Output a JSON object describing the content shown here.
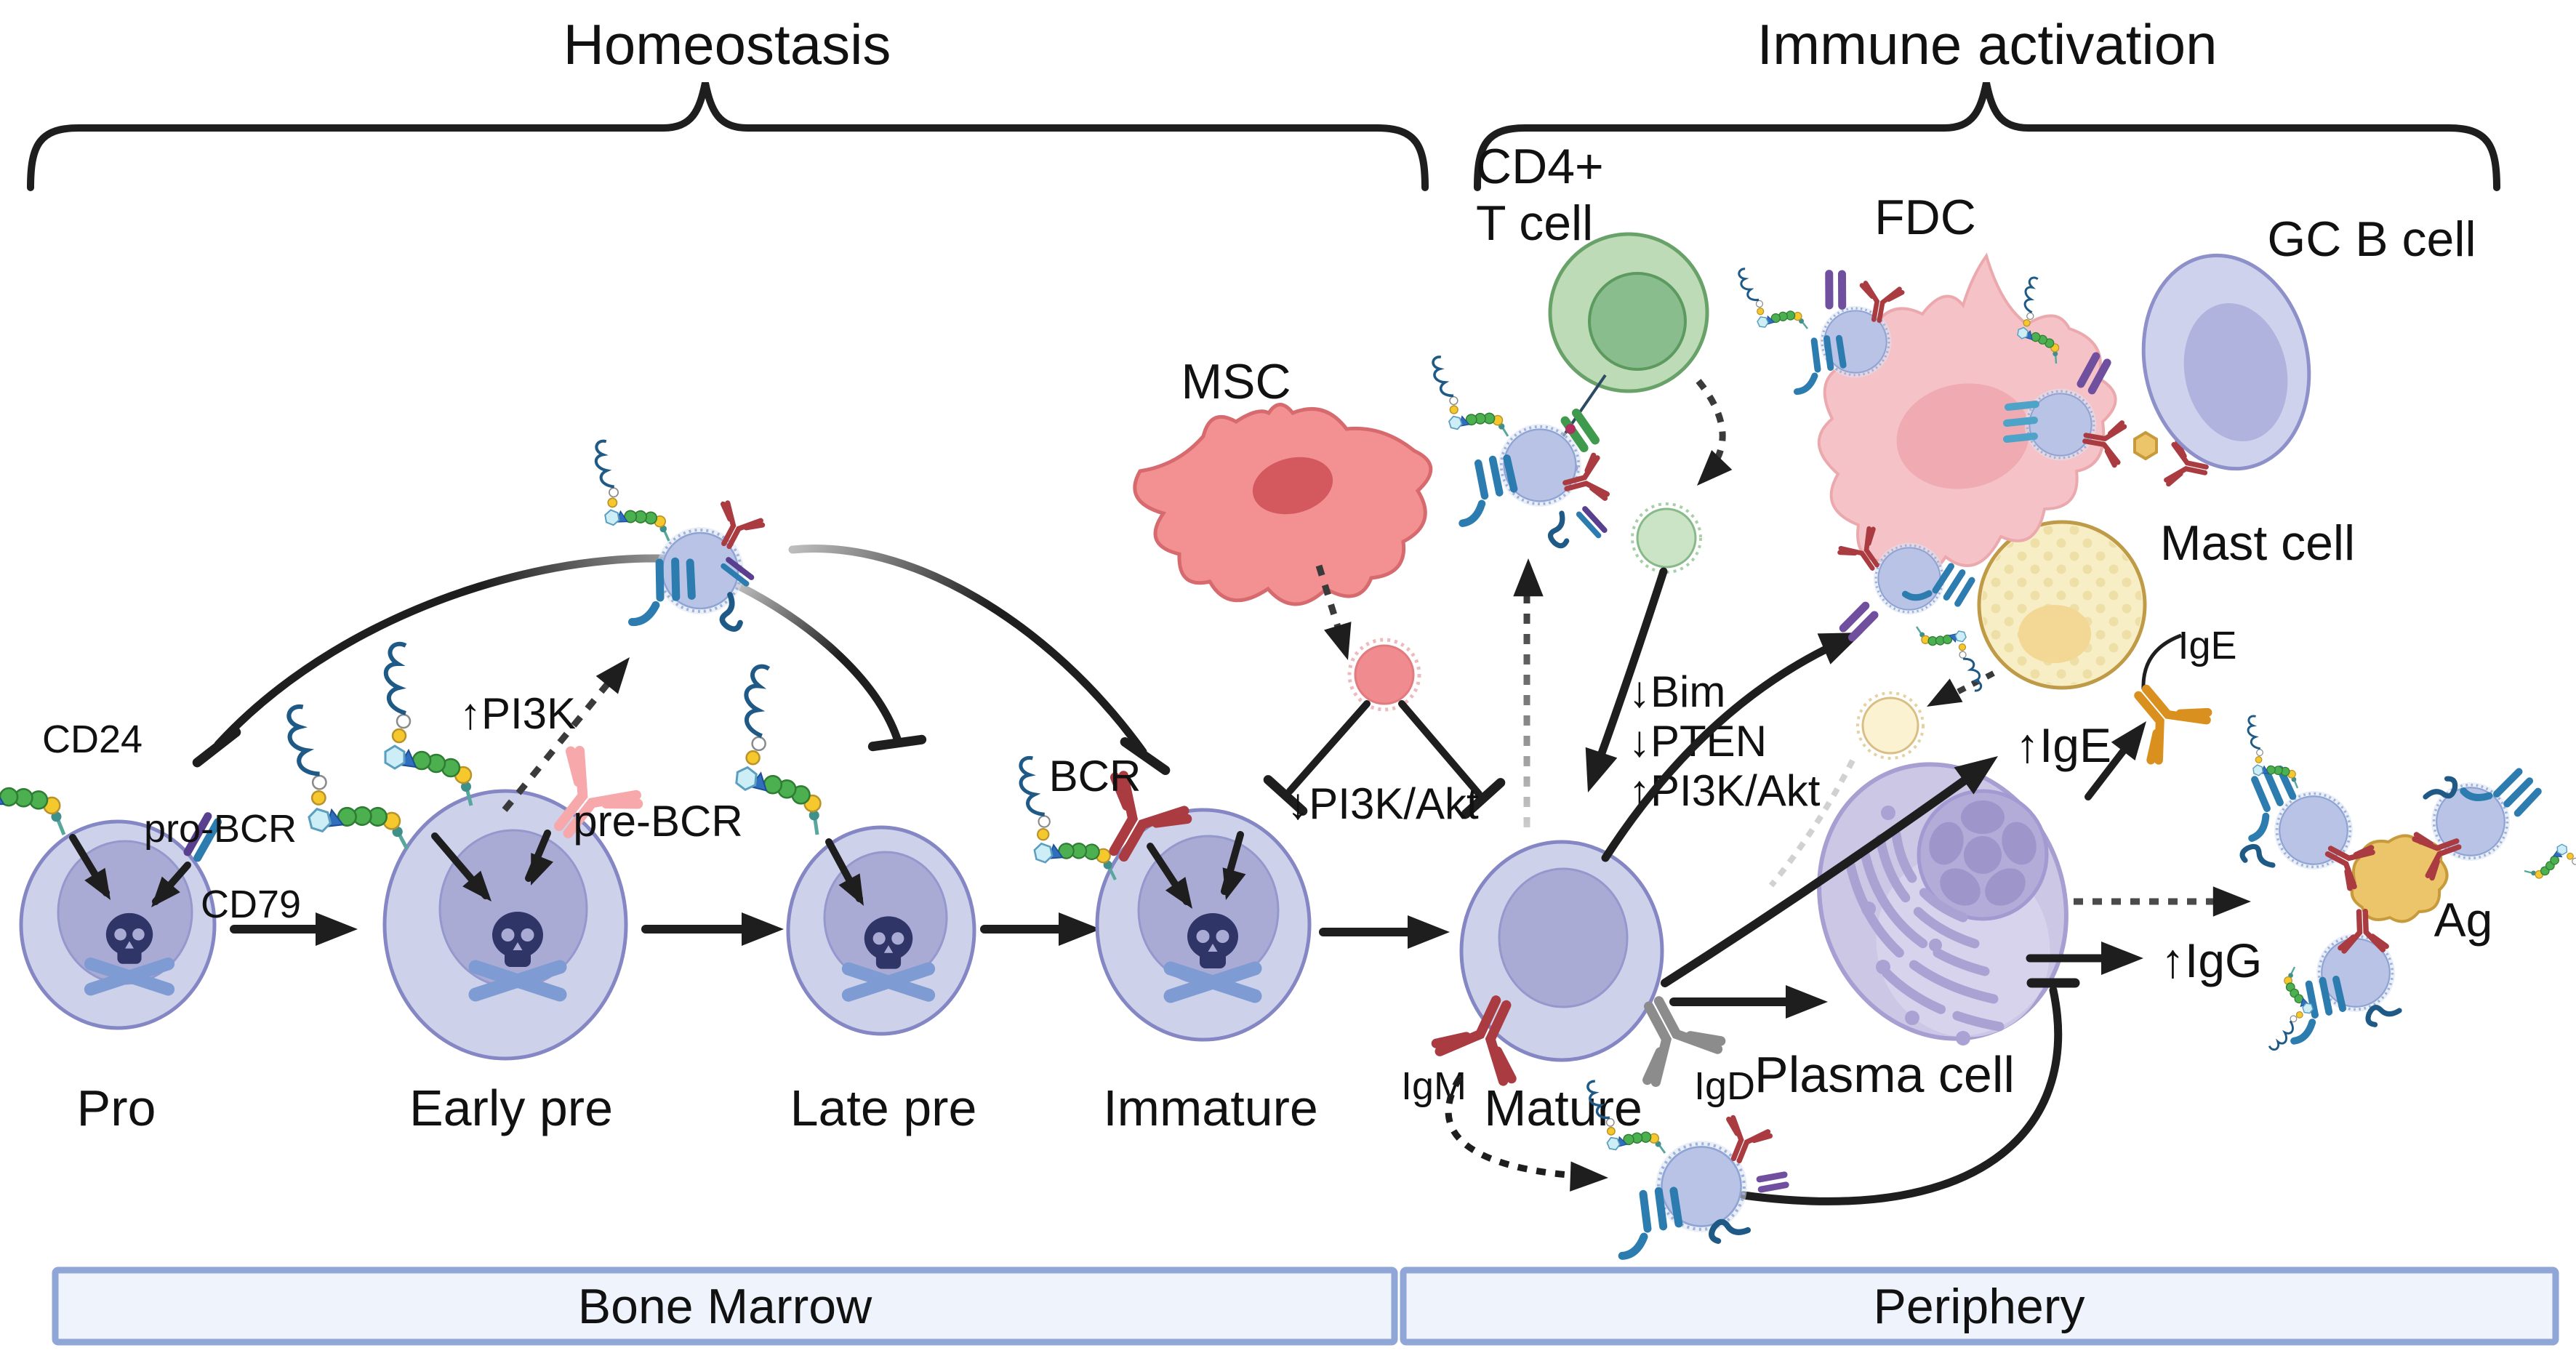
{
  "titles": {
    "homeostasis": "Homeostasis",
    "immune_activation": "Immune activation"
  },
  "regions": {
    "bone_marrow": "Bone Marrow",
    "periphery": "Periphery"
  },
  "stages": {
    "pro": "Pro",
    "early_pre": "Early pre",
    "late_pre": "Late pre",
    "immature": "Immature",
    "mature": "Mature",
    "plasma_cell": "Plasma cell"
  },
  "cell_names": {
    "msc": "MSC",
    "cd4_line1": "CD4+",
    "cd4_line2": "T cell",
    "fdc": "FDC",
    "gc_b_cell": "GC B cell",
    "mast_cell": "Mast cell"
  },
  "molecules": {
    "cd24": "CD24",
    "pro_bcr": "pro-BCR",
    "cd79": "CD79",
    "pi3k_up": "↑PI3K",
    "pre_bcr": "pre-BCR",
    "bcr": "BCR",
    "pi3k_akt_down": "↓PI3K/Akt",
    "bim_down": "↓Bim",
    "pten_down": "↓PTEN",
    "pi3k_akt_up": "↑PI3K/Akt",
    "igm": "IgM",
    "igd": "IgD",
    "ige": "IgE",
    "ige_up": "↑IgE",
    "igg_up": "↑IgG",
    "ag": "Ag"
  },
  "icons": {
    "skull": "skull-crossbones-icon (apoptosis)",
    "antibody": "antibody-Y-icon",
    "glycan": "cd24-glycan-chain-icon",
    "membrane_proteins": "blue-membrane-protein-icon",
    "brace": "curly-brace-icon",
    "tbar": "inhibition-tbar-icon",
    "arrow": "arrow-icon"
  },
  "colors": {
    "line": "#1e1e1e",
    "cell_body": "#cdd1ea",
    "cell_stroke": "#8487c4",
    "nucleus": "#a9abd5",
    "skull": "#2f3567",
    "bones": "#7f9bd3",
    "pink_cell": "#f29092",
    "pre_bcr_pink": "#f7a8ab",
    "fdc_pink": "#f5c3c7",
    "t_cell_green": "#bedbb8",
    "mast_yellow": "#f8eec6",
    "ig_red": "#a93b41",
    "ig_gray": "#8c8c8c",
    "ige_orange": "#d9901f",
    "antigen_yellow": "#ecc46a",
    "region_bar_fill": "#eef3fc",
    "region_bar_stroke": "#8fa6d6",
    "plasma_body": "#cdc7e6",
    "plasma_organelle": "#aaa2d3"
  }
}
